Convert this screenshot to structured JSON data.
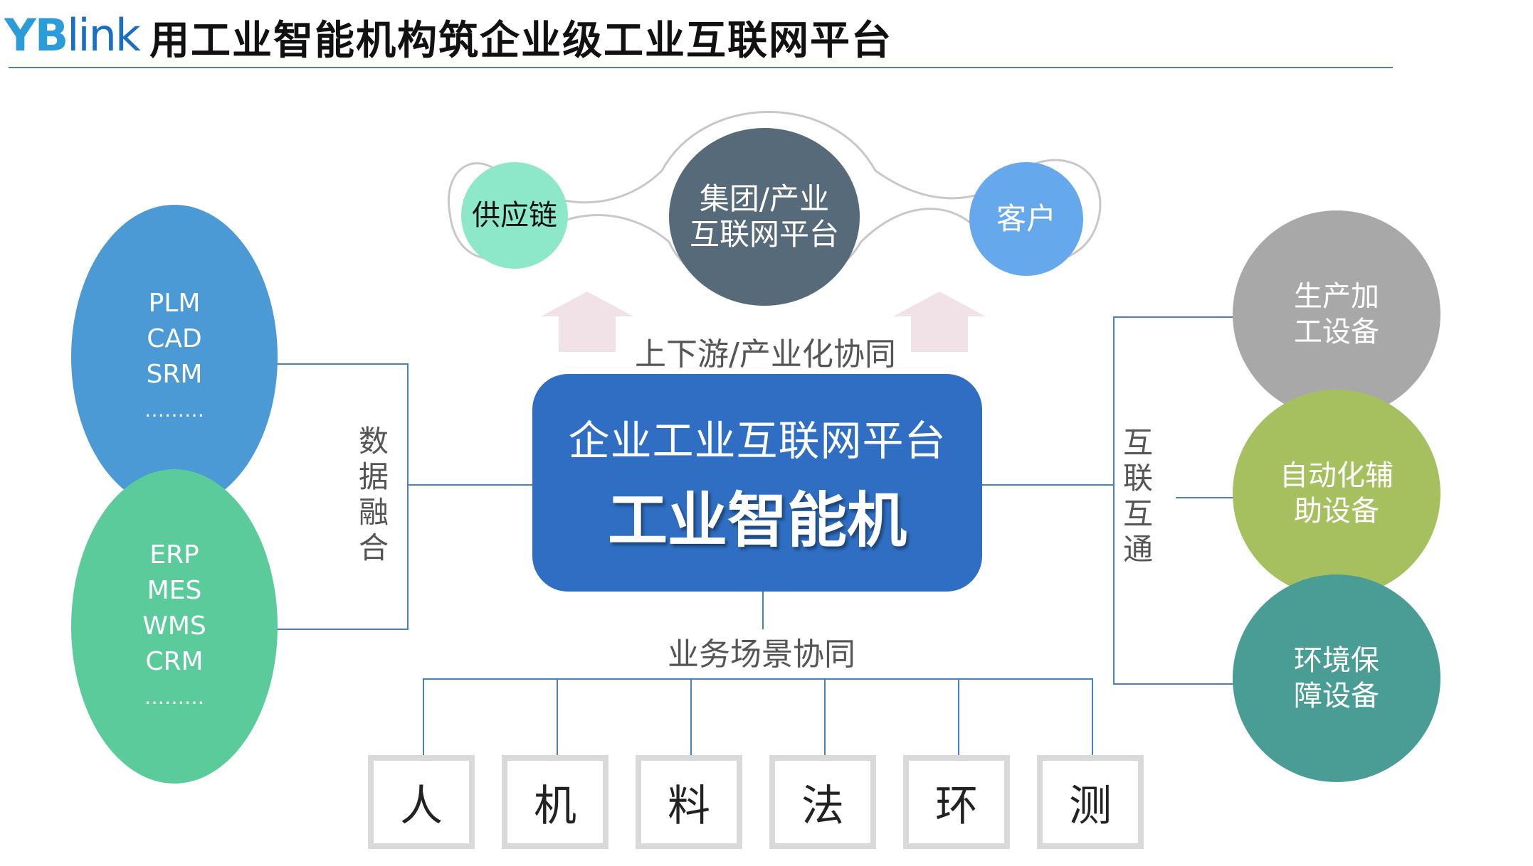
{
  "header": {
    "logo_yb": "YB",
    "logo_link": "link",
    "title": "用工业智能机构筑企业级工业互联网平台"
  },
  "top": {
    "supply": "供应链",
    "group_line1": "集团/产业",
    "group_line2": "互联网平台",
    "customer": "客户",
    "collab_label": "上下游/产业化协同"
  },
  "left": {
    "upper": [
      "PLM",
      "CAD",
      "SRM",
      "………"
    ],
    "lower": [
      "ERP",
      "MES",
      "WMS",
      "CRM",
      "………"
    ],
    "fusion_label": "数据融合"
  },
  "center": {
    "subtitle": "企业工业互联网平台",
    "title": "工业智能机"
  },
  "right": {
    "interconnect_label": "互联互通",
    "equipment": [
      "生产加\n工设备",
      "自动化辅\n助设备",
      "环境保\n障设备"
    ]
  },
  "bottom": {
    "scene_label": "业务场景协同",
    "items": [
      "人",
      "机",
      "料",
      "法",
      "环",
      "测"
    ]
  },
  "colors": {
    "title_rule": "#4a7fc1",
    "center_box": "#2f6ec2",
    "ellipse_upper": "#4b9ad6",
    "ellipse_lower": "#5ccb9c",
    "supply": "#8ce8c8",
    "group": "#566a79",
    "customer": "#66a8ec",
    "equip_production": "#a8a8a8",
    "equip_automation": "#a6c060",
    "equip_environment": "#4a9d95",
    "box_border": "#d9d9d9"
  }
}
